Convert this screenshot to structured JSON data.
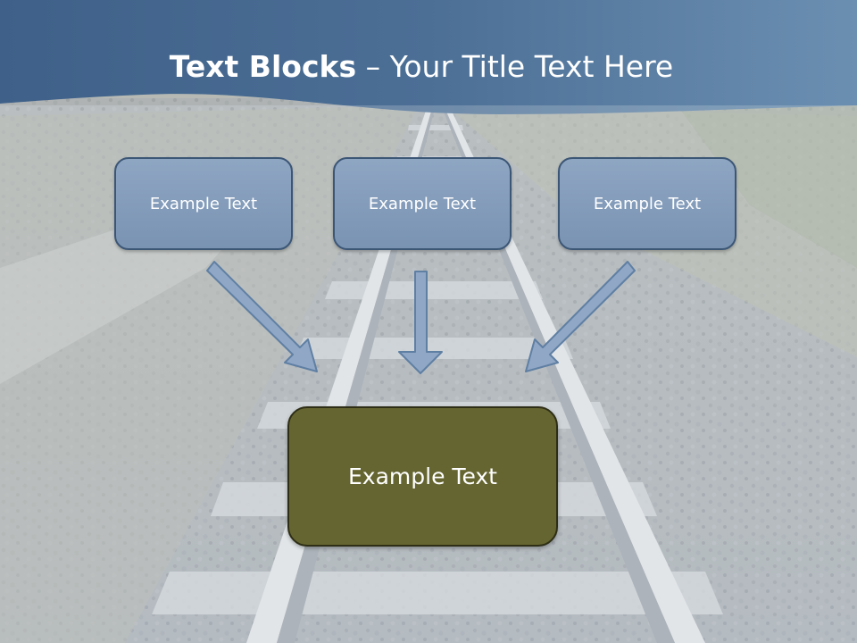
{
  "slide": {
    "title_bold": "Text Blocks",
    "title_dash": " – ",
    "title_rest": "Your Title Text Here"
  },
  "blocks": [
    {
      "label": "Example Text"
    },
    {
      "label": "Example Text"
    },
    {
      "label": "Example Text"
    }
  ],
  "main_block": {
    "label": "Example Text"
  },
  "colors": {
    "header_band": "#4a6a91",
    "block_fill": "#8ea6c2",
    "block_border": "#3c5676",
    "main_fill": "#656531",
    "arrow_fill": "#90a7c6"
  }
}
